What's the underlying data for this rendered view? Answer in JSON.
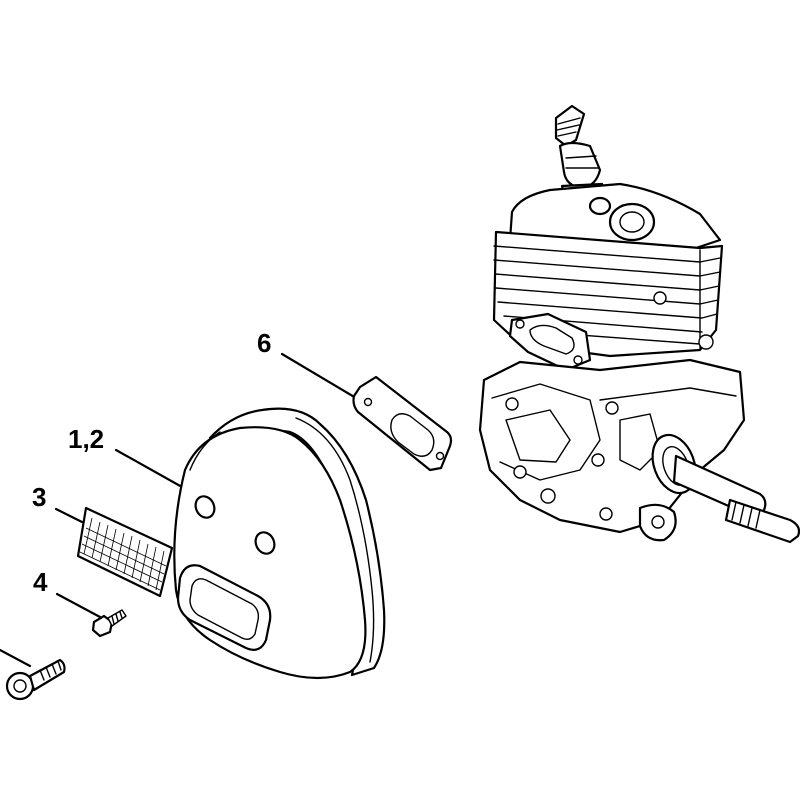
{
  "callouts": {
    "part_6": "6",
    "part_1_2": "1,2",
    "part_3": "3",
    "part_4": "4"
  },
  "colors": {
    "ink": "#000000",
    "paper": "#ffffff"
  }
}
